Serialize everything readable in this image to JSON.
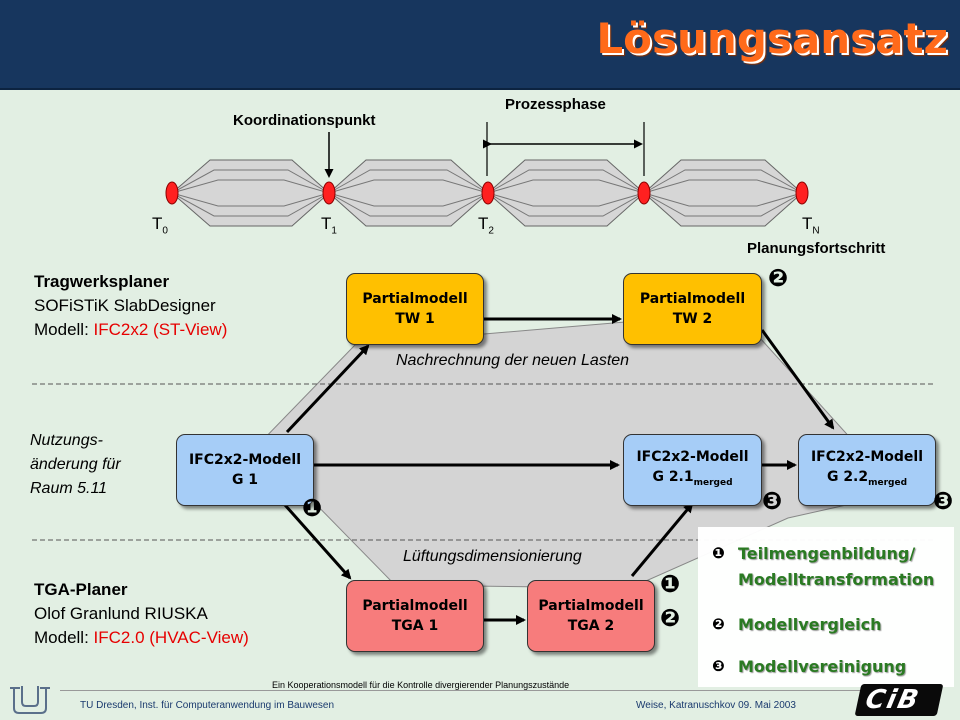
{
  "title": "Lösungsansatz",
  "timeline": {
    "prozessphase": "Prozessphase",
    "koordinationspunkt": "Koordinationspunkt",
    "planungsfortschritt": "Planungsfortschritt",
    "t_labels": [
      {
        "base": "T",
        "sub": "0"
      },
      {
        "base": "T",
        "sub": "1"
      },
      {
        "base": "T",
        "sub": "2"
      },
      {
        "base": "T",
        "sub": "N"
      }
    ]
  },
  "tragwerk": {
    "title": "Tragwerksplaner",
    "software": "SOFiSTiK SlabDesigner",
    "modell_prefix": "Modell: ",
    "modell_value": "IFC2x2 (ST-View)"
  },
  "nutzung": {
    "line1": "Nutzungs-",
    "line2": "änderung für",
    "line3": "Raum 5.11"
  },
  "tga": {
    "title": "TGA-Planer",
    "software": "Olof Granlund RIUSKA",
    "modell_prefix": "Modell: ",
    "modell_value": "IFC2.0 (HVAC-View)"
  },
  "boxes": {
    "tw1": {
      "line1": "Partialmodell",
      "line2": "TW 1"
    },
    "tw2": {
      "line1": "Partialmodell",
      "line2": "TW 2"
    },
    "g1": {
      "line1": "IFC2x2-Modell",
      "line2": "G 1"
    },
    "g21": {
      "line1": "IFC2x2-Modell",
      "line2": "G 2.1",
      "sub": "merged"
    },
    "g22": {
      "line1": "IFC2x2-Modell",
      "line2": "G 2.2",
      "sub": "merged"
    },
    "tga1": {
      "line1": "Partialmodell",
      "line2": "TGA 1"
    },
    "tga2": {
      "line1": "Partialmodell",
      "line2": "TGA 2"
    }
  },
  "annotations": {
    "nachrechnung": "Nachrechnung der neuen Lasten",
    "lueftung": "Lüftungsdimensionierung"
  },
  "markers": {
    "one": "❶",
    "two": "❷",
    "three": "❸"
  },
  "legend": {
    "item1_line1": "Teilmengenbildung/",
    "item1_line2": "Modelltransformation",
    "item2": "Modellvergleich",
    "item3": "Modellvereinigung"
  },
  "footer": {
    "caption": "Ein Kooperationsmodell für die Kontrolle divergierender Planungszustände",
    "left": "TU Dresden, Inst. für Computeranwendung im Bauwesen",
    "right": "Weise, Katranuschkov   09. Mai 2003",
    "logo_text": "CiB"
  },
  "colors": {
    "header": "#17365e",
    "background": "#e2efe3",
    "title": "#ff6a1a",
    "partial_tw": "#ffc000",
    "ifc_model": "#a6cdf7",
    "partial_tga": "#f77c7c",
    "legend_text": "#2a7a22",
    "node": "#ff2020"
  }
}
